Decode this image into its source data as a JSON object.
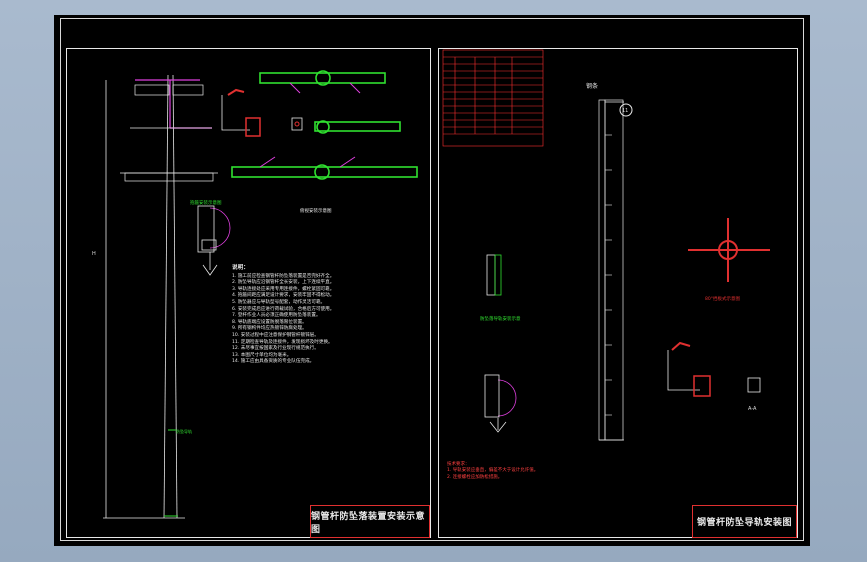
{
  "drawing": {
    "left_title": "钢管杆防坠落装置安装示意图",
    "right_title": "钢管杆防坠导轨安装图",
    "right_heading": "钢条",
    "height_label": "H",
    "mark_11": "11",
    "rail_label": "防坠导轨",
    "xsec_label": "80°挡板式示意图",
    "detail_a": "A-A",
    "section_label": "俯视安装示意图",
    "bracket_label": "防坠落导轨安装示意",
    "hoop_label": "抱箍安装示意图",
    "notes_title": "说明：",
    "notes": [
      "1. 施工前应检查钢管杆防坠落装置是否完好齐全。",
      "2. 防坠导轨应沿钢管杆全长安装，上下连续平直。",
      "3. 导轨连接处应采用专用连接件，螺栓紧固可靠。",
      "4. 抱箍间距应满足设计要求，安装牢固不得松动。",
      "5. 防坠器应与导轨型号配套，动作灵活可靠。",
      "6. 安装完成后应进行荷载试验，合格后方可使用。",
      "7. 登杆作业人员必须正确使用防坠落装置。",
      "8. 导轨底端应设置防脱落限位装置。",
      "9. 所有钢构件均应热镀锌防腐处理。",
      "10. 安装过程中应注意保护钢管杆镀锌层。",
      "11. 定期检查导轨及连接件，发现损坏及时更换。",
      "12. 未尽事宜按国家及行业现行规范执行。",
      "13. 本图尺寸单位均为毫米。",
      "14. 施工应由具备资质的专业队伍完成。"
    ],
    "right_notes_title": "技术要求：",
    "right_notes": [
      "1. 导轨安装应垂直，偏差不大于设计允许值。",
      "2. 连接螺栓应加防松措施。"
    ],
    "colors": {
      "line": "#e8e8e8",
      "red": "#ff3030",
      "green": "#30e030",
      "magenta": "#e040e0",
      "cyan": "#30e0e0",
      "yellow": "#e0e030"
    }
  }
}
